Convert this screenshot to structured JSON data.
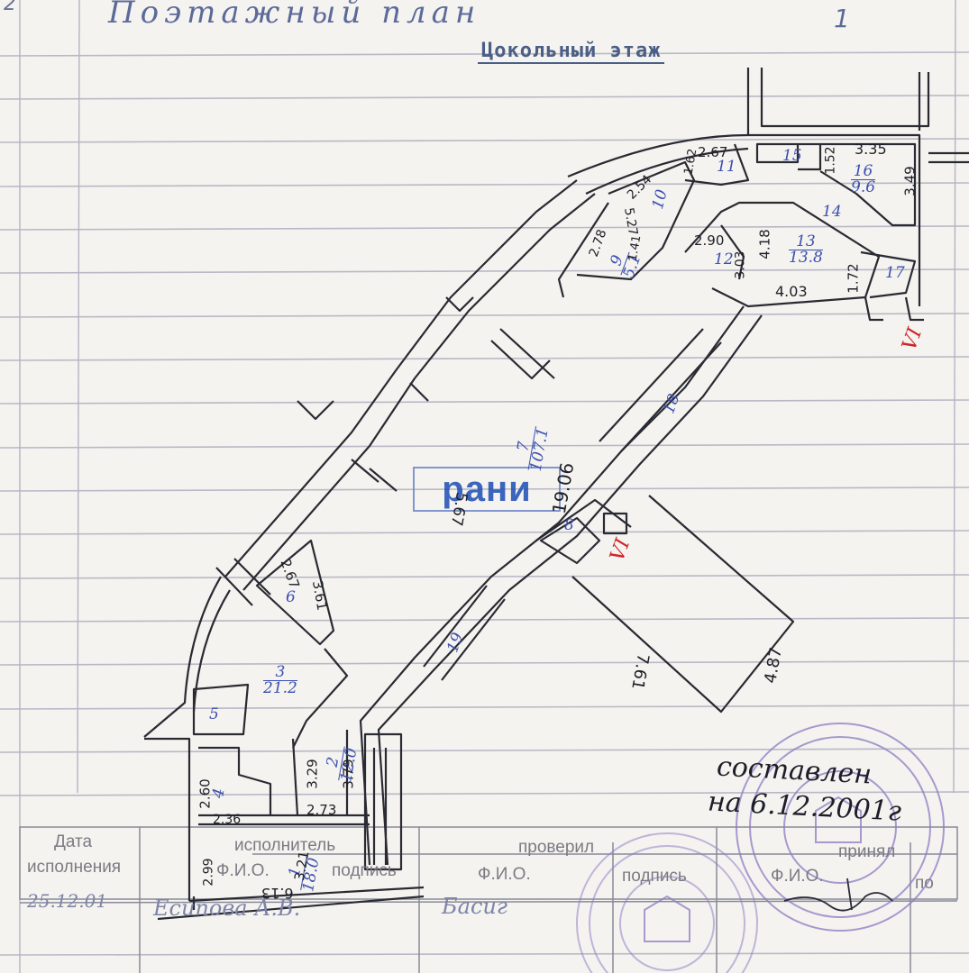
{
  "header": {
    "handwritten_title": "Поэтажный план",
    "stamp": "Цокольный этаж",
    "page_number": "1",
    "corner_mark": "2"
  },
  "watermark": "рани",
  "rooms": [
    {
      "id": "r1",
      "number": "1",
      "area": "18.0"
    },
    {
      "id": "r2",
      "number": "2",
      "area": "12.0"
    },
    {
      "id": "r3",
      "number": "3",
      "area": "21.2"
    },
    {
      "id": "r4",
      "number": "4",
      "area": ""
    },
    {
      "id": "r5",
      "number": "5",
      "area": ""
    },
    {
      "id": "r6",
      "number": "6",
      "area": ""
    },
    {
      "id": "r7",
      "number": "7",
      "area": "107.1"
    },
    {
      "id": "r8",
      "number": "8",
      "area": ""
    },
    {
      "id": "r9",
      "number": "9",
      "area": "5.1"
    },
    {
      "id": "r10",
      "number": "10",
      "area": ""
    },
    {
      "id": "r11",
      "number": "11",
      "area": ""
    },
    {
      "id": "r12",
      "number": "12",
      "area": ""
    },
    {
      "id": "r13",
      "number": "13",
      "area": "13.8"
    },
    {
      "id": "r14",
      "number": "14",
      "area": ""
    },
    {
      "id": "r15",
      "number": "15",
      "area": ""
    },
    {
      "id": "r16",
      "number": "16",
      "area": "9.6"
    },
    {
      "id": "r17",
      "number": "17",
      "area": ""
    },
    {
      "id": "r18",
      "number": "18",
      "area": ""
    },
    {
      "id": "r19",
      "number": "19",
      "area": ""
    }
  ],
  "dimensions": {
    "d1": "19.06",
    "d2": "5.67",
    "d3": "4.87",
    "d4": "7.61",
    "d5": "3.35",
    "d6": "3.49",
    "d7": "1.52",
    "d8": "2.67",
    "d9": "1.62",
    "d10": "2.54",
    "d11": "2.78",
    "d12": "1.41",
    "d13": "2.90",
    "d14": "4.18",
    "d15": "4.03",
    "d16": "1.72",
    "d17": "3.03",
    "d18": "2.67",
    "d19": "3.61",
    "d20": "3.29",
    "d21": "3.79",
    "d22": "2.73",
    "d23": "2.36",
    "d24": "2.60",
    "d25": "2.99",
    "d26": "6.13",
    "d27": "3.21",
    "d28": "5.27"
  },
  "red_marks": {
    "m1": "VI",
    "m2": "VI"
  },
  "title_block": {
    "date_label": "Дата",
    "date_label_2": "исполнения",
    "executor_label": "исполнитель",
    "executor_name_label": "Ф.И.О.",
    "executor_sign_label": "подпись",
    "checked_label": "проверил",
    "checked_name_label": "Ф.И.О.",
    "checked_sign_label": "подпись",
    "accepted_label": "принял",
    "accepted_name_label": "Ф.И.О.",
    "accepted_sign_label": "по",
    "date_value": "25.12.01",
    "executor_name_value": "Есипова А.В.",
    "checked_name_value": "Басиг"
  },
  "signoff": {
    "line1": "составлен",
    "line2": "на 6.12.2001г"
  },
  "colors": {
    "ink": "#2a2a33",
    "blue_pen": "#3b4fb0",
    "red_pen": "#d0242b",
    "stamp": "#8a70bf",
    "ruled_line": "#b9b8c6"
  }
}
